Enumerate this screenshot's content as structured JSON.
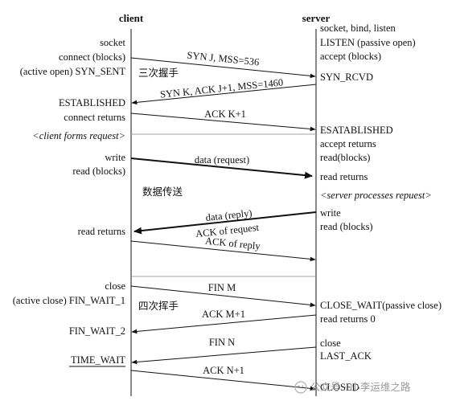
{
  "headers": {
    "client": "client",
    "server": "server"
  },
  "client_labels": {
    "socket": "socket",
    "connect": "connect (blocks)",
    "active_open": "(active open) SYN_SENT",
    "established": "ESTABLISHED",
    "connect_returns": "connect returns",
    "forms_request": "<client forms request>",
    "write": "write",
    "read_blocks": "read (blocks)",
    "read_returns": "read returns",
    "close": "close",
    "active_close": "(active close) FIN_WAIT_1",
    "fin_wait_2": "FIN_WAIT_2",
    "time_wait": "TIME_WAIT"
  },
  "server_labels": {
    "socket_bind_listen": "socket, bind, listen",
    "listen": "LISTEN (passive open)",
    "accept_blocks": "accept (blocks)",
    "syn_rcvd": "SYN_RCVD",
    "established": "ESATABLISHED",
    "accept_returns": "accept returns",
    "read_blocks": "read(blocks)",
    "read_returns": "read returns",
    "processes_request": "<server processes repuest>",
    "write": "write",
    "read_blocks2": "read (blocks)",
    "close_wait": "CLOSE_WAIT(passive close)",
    "read_returns_0": "read returns 0",
    "close": "close",
    "last_ack": "LAST_ACK",
    "closed": "CLOSED"
  },
  "messages": {
    "syn": "SYN J, MSS=536",
    "syn_ack": "SYN K, ACK J+1, MSS=1460",
    "ack_k": "ACK K+1",
    "data_request": "data (request)",
    "data_reply": "data (reply)",
    "ack_request": "ACK of request",
    "ack_reply": "ACK of reply",
    "fin_m": "FIN M",
    "ack_m": "ACK M+1",
    "fin_n": "FIN N",
    "ack_n": "ACK N+1"
  },
  "phases": {
    "handshake": "三次握手",
    "transfer": "数据传送",
    "teardown": "四次挥手"
  },
  "watermark": "公众号 · 小李运维之路"
}
